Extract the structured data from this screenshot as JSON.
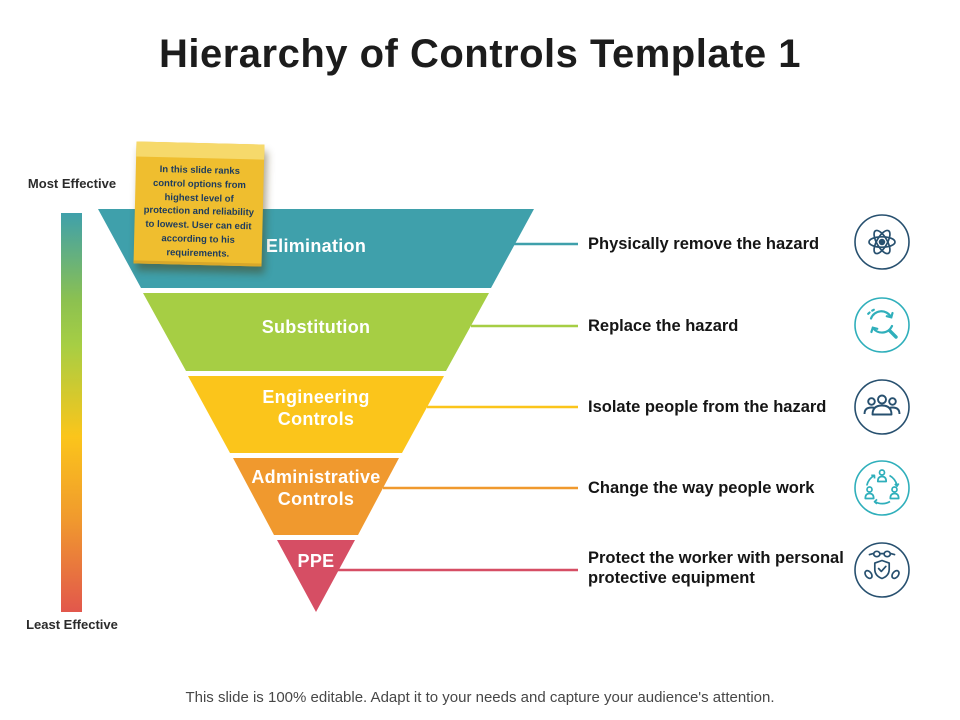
{
  "slide": {
    "title": "Hierarchy of Controls Template 1",
    "footer": "This slide is 100% editable. Adapt it to your needs and capture your audience's attention."
  },
  "sticky_note": {
    "text": "In this slide ranks control options from highest level of protection and reliability to lowest. User can edit according to his requirements."
  },
  "effectiveness_axis": {
    "top_label": "Most Effective",
    "bottom_label": "Least Effective",
    "gradient_colors": [
      "#3FA0AB",
      "#A6CE44",
      "#FBC51B",
      "#F0992E",
      "#E2574C"
    ]
  },
  "funnel": {
    "levels": [
      {
        "label": "Elimination",
        "description": "Physically remove the hazard",
        "color": "#3FA0AB",
        "icon": "atom-icon",
        "icon_color": "#27506F"
      },
      {
        "label": "Substitution",
        "description": "Replace the hazard",
        "color": "#A6CE44",
        "icon": "sync-search-icon",
        "icon_color": "#2FAFBB"
      },
      {
        "label": "Engineering Controls",
        "description": "Isolate people from the hazard",
        "color": "#FBC51B",
        "icon": "people-group-icon",
        "icon_color": "#27506F"
      },
      {
        "label": "Administrative Controls",
        "description": "Change the way people work",
        "color": "#F0992E",
        "icon": "people-cycle-icon",
        "icon_color": "#2FAFBB"
      },
      {
        "label": "PPE",
        "description": "Protect the worker with personal protective equipment",
        "color": "#D64E64",
        "icon": "ppe-shield-icon",
        "icon_color": "#27506F"
      }
    ]
  }
}
